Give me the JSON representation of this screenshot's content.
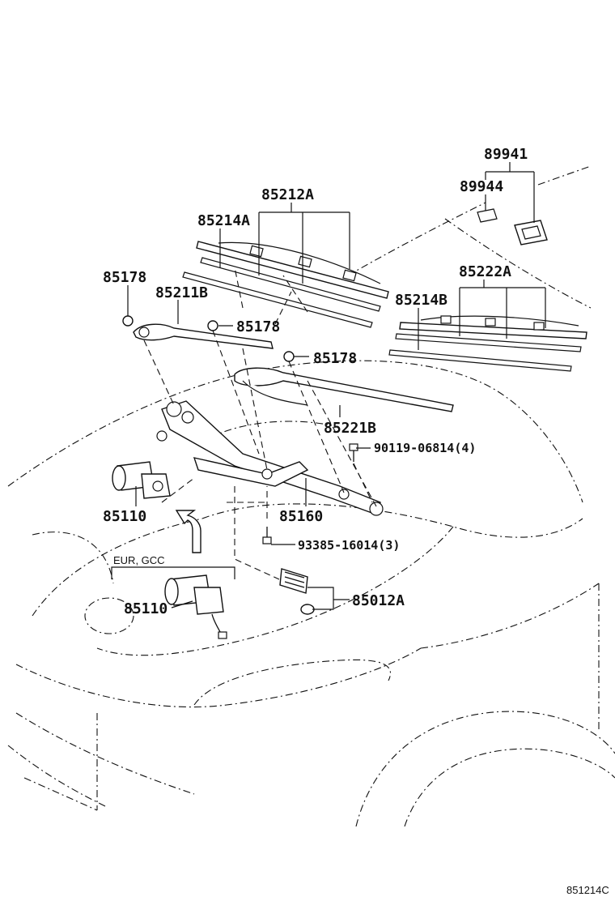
{
  "labels": {
    "p89941": "89941",
    "p89944": "89944",
    "p85212A": "85212A",
    "p85214A": "85214A",
    "p85222A": "85222A",
    "p85214B": "85214B",
    "p85178_a": "85178",
    "p85211B": "85211B",
    "p85178_b": "85178",
    "p85178_c": "85178",
    "p85221B": "85221B",
    "p90119": "90119-06814(4)",
    "p85110_a": "85110",
    "p85160": "85160",
    "p93385": "93385-16014(3)",
    "eur_gcc": "EUR, GCC",
    "p85110_b": "85110",
    "p85012A": "85012A"
  },
  "footer_code": "851214C"
}
